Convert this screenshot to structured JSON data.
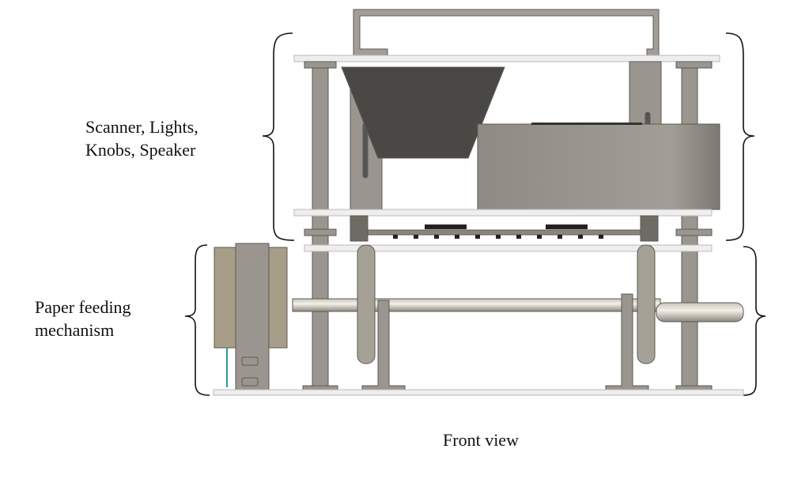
{
  "labels": {
    "top_group": [
      "Scanner, Lights,",
      "Knobs, Speaker"
    ],
    "bottom_group": [
      "Paper feeding",
      "mechanism"
    ]
  },
  "caption": "Front view",
  "colors": {
    "frame": "#9a958e",
    "frame_edge": "#5d5a55",
    "funnel": "#4a4844",
    "speaker": "#8e8a83",
    "motor": "#a89d88",
    "plate": "#eeeeee",
    "wire": "#2a9a9a"
  }
}
